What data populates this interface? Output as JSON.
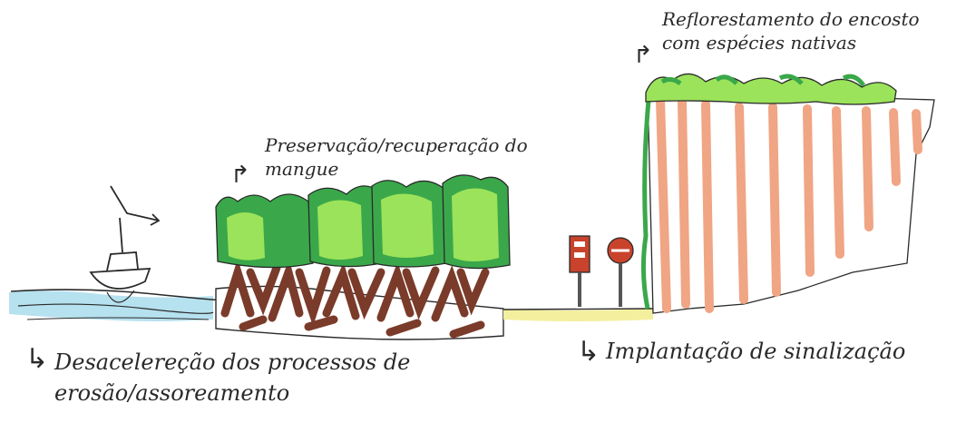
{
  "labels": {
    "reforestation_line1": "Reflorestamento do encosto",
    "reforestation_line2": "com espécies nativas",
    "mangrove_line1": "Preservação/recuperação do",
    "mangrove_line2": "mangue",
    "erosion_line1": "Desacelereção dos processos de",
    "erosion_line2": "erosão/assoreamento",
    "signage": "Implantação de sinalização"
  },
  "arrow_glyphs": {
    "return_arrow": "↳",
    "corner_arrow": "↱"
  },
  "colors": {
    "water": "#a9dcec",
    "mangrove_leaf": "#9be35a",
    "mangrove_leaf_dark": "#3aa84a",
    "root_brown": "#7a3b2a",
    "cliff_salmon": "#f0a584",
    "path_yellow": "#f3ef9e",
    "sign_red": "#c9432c",
    "ink": "#2a2a2a"
  }
}
